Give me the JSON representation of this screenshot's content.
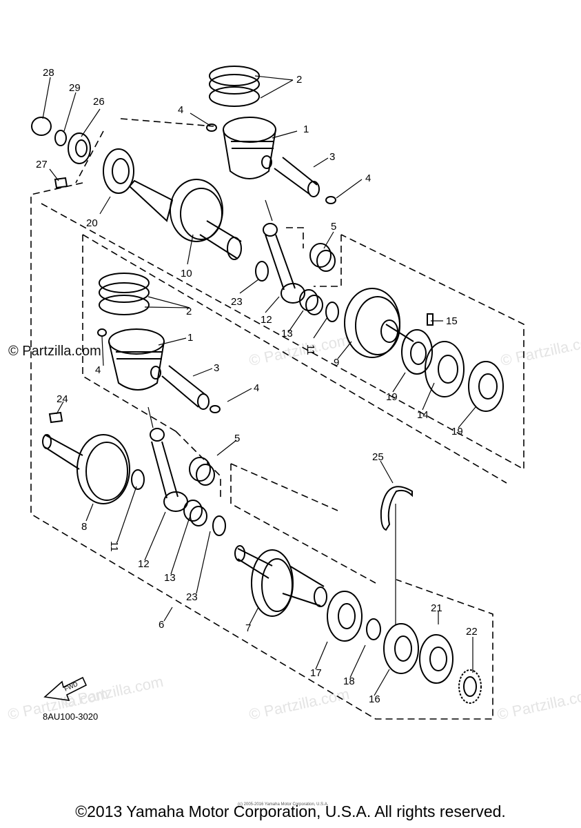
{
  "diagram_code": "8AU100-3020",
  "copyright": "©2013 Yamaha Motor Corporation, U.S.A. All rights reserved.",
  "copyright_small": "(c) 2005-2016 Yamaha Motor Corporation, U.S.A.",
  "brand_watermark": "© Partzilla.com",
  "fwd_label": "FWD",
  "callouts": {
    "c1a": "1",
    "c2a": "2",
    "c3a": "3",
    "c4a": "4",
    "c4b": "4",
    "c5a": "5",
    "c10": "10",
    "c20": "20",
    "c23a": "23",
    "c12a": "12",
    "c13a": "13",
    "c11a": "11",
    "c9": "9",
    "c15": "15",
    "c14": "14",
    "c19a": "19",
    "c19b": "19",
    "c26": "26",
    "c27": "27",
    "c28": "28",
    "c29": "29",
    "c2b": "2",
    "c1b": "1",
    "c4c": "4",
    "c3b": "3",
    "c4d": "4",
    "c5b": "5",
    "c24": "24",
    "c8": "8",
    "c11b": "11",
    "c12b": "12",
    "c13b": "13",
    "c23b": "23",
    "c6": "6",
    "c7": "7",
    "c17": "17",
    "c18": "18",
    "c16": "16",
    "c21": "21",
    "c22": "22",
    "c25": "25"
  }
}
